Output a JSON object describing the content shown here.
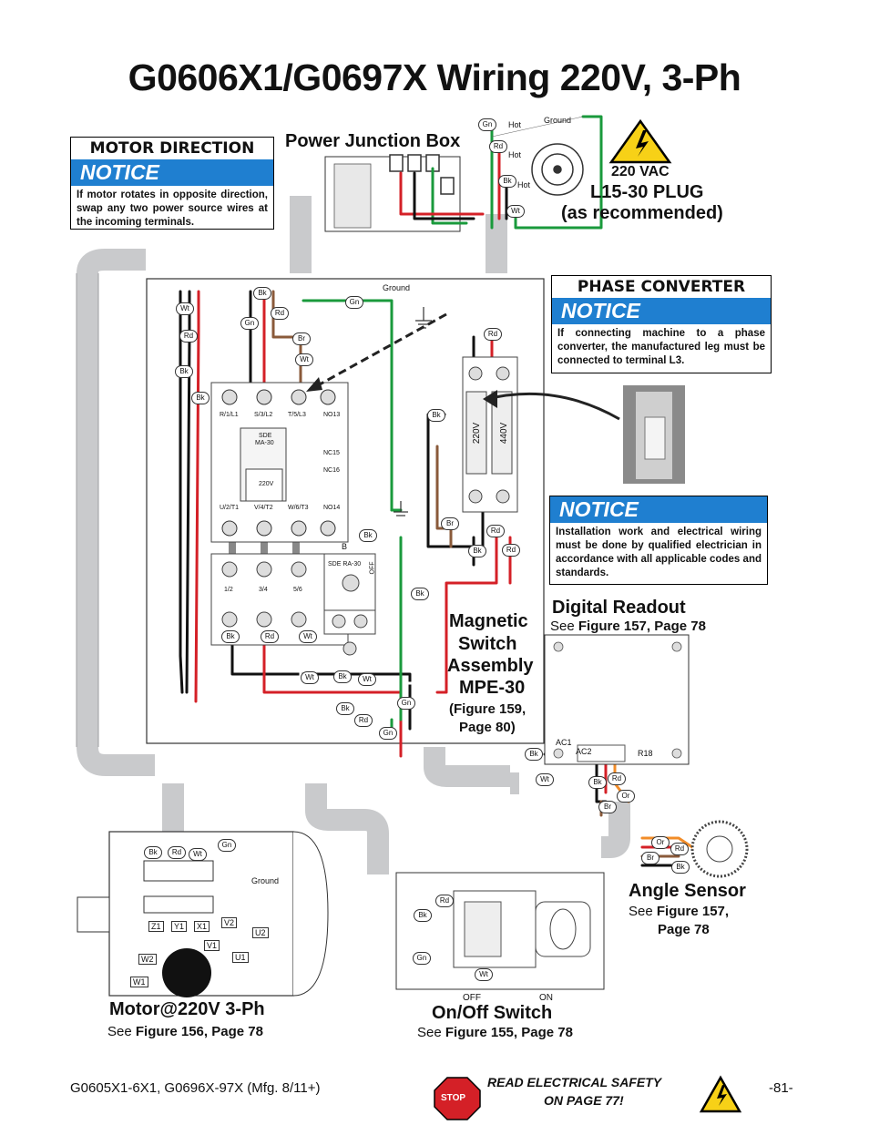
{
  "title": "G0606X1/G0697X Wiring 220V, 3-Ph",
  "motor_direction": {
    "heading": "MOTOR DIRECTION",
    "notice": "NOTICE",
    "text": "If motor rotates in opposite direction, swap any two power source wires at the incoming terminals."
  },
  "phase_converter": {
    "heading": "PHASE CONVERTER",
    "notice": "NOTICE",
    "text": "If connecting machine to a phase converter, the manufactured leg must be connected to terminal L3."
  },
  "install_notice": {
    "notice": "NOTICE",
    "text": "Installation work and electrical wiring must be done by qualified electrician in accordance with all applicable codes and standards."
  },
  "power_junction_box": "Power Junction Box",
  "plug": {
    "voltage": "220 VAC",
    "type": "L15-30 PLUG",
    "note": "(as recommended)",
    "hot1": "Hot",
    "hot2": "Hot",
    "hot3": "Hot",
    "ground": "Ground"
  },
  "magnetic_switch": {
    "line1": "Magnetic",
    "line2": "Switch",
    "line3": "Assembly",
    "line4": "MPE-30",
    "ref_a": "Figure 159,",
    "ref_b": "Page 80"
  },
  "digital_readout": {
    "label": "Digital Readout",
    "see": "See",
    "ref": "Figure 157, Page 78",
    "ac1": "AC1",
    "ac2": "AC2",
    "r18": "R18"
  },
  "angle_sensor": {
    "label": "Angle Sensor",
    "see": "See",
    "ref1": "Figure 157,",
    "ref2": "Page 78"
  },
  "motor": {
    "label": "Motor@220V 3-Ph",
    "see": "See",
    "ref": "Figure 156, Page 78",
    "ground": "Ground",
    "terminals": [
      "Z1",
      "Y1",
      "X1",
      "V2",
      "U2",
      "V1",
      "W2",
      "U1",
      "W1"
    ]
  },
  "onoff": {
    "label": "On/Off Switch",
    "see": "See",
    "ref": "Figure 155, Page 78",
    "off": "OFF",
    "on": "ON"
  },
  "contactor": {
    "top_terms": [
      "R/1/L1",
      "S/3/L2",
      "T/5/L3",
      "NO13"
    ],
    "model1": "SDE",
    "model2": "MA-30",
    "coil": "220V",
    "nc15": "NC15",
    "nc16": "NC16",
    "bottom_terms": [
      "U/2/T1",
      "V/4/T2",
      "W/6/T3",
      "NO14"
    ],
    "b": "B"
  },
  "overload": {
    "terms": [
      "1/2",
      "3/4",
      "5/6"
    ],
    "model": "SDE RA-30",
    "off": "OFF"
  },
  "transformer": {
    "v220": "220V",
    "v440": "440V"
  },
  "ground_label": "Ground",
  "wire_labels": {
    "bk": "Bk",
    "rd": "Rd",
    "wt": "Wt",
    "gn": "Gn",
    "br": "Br",
    "or": "Or"
  },
  "footer": {
    "model": "G0605X1-6X1, G0696X-97X (Mfg. 8/11+)",
    "safety1": "READ ELECTRICAL SAFETY",
    "safety2": "ON PAGE 77!",
    "page": "-81-",
    "stop": "STOP"
  },
  "colors": {
    "black": "#111111",
    "red": "#d42027",
    "green": "#1a9a3c",
    "white": "#ffffff",
    "brown": "#8a5a3a",
    "orange": "#f28c28",
    "conduit": "#c9cacc",
    "notice_blue": "#1f7fd0",
    "warning_yellow": "#f7d117"
  }
}
